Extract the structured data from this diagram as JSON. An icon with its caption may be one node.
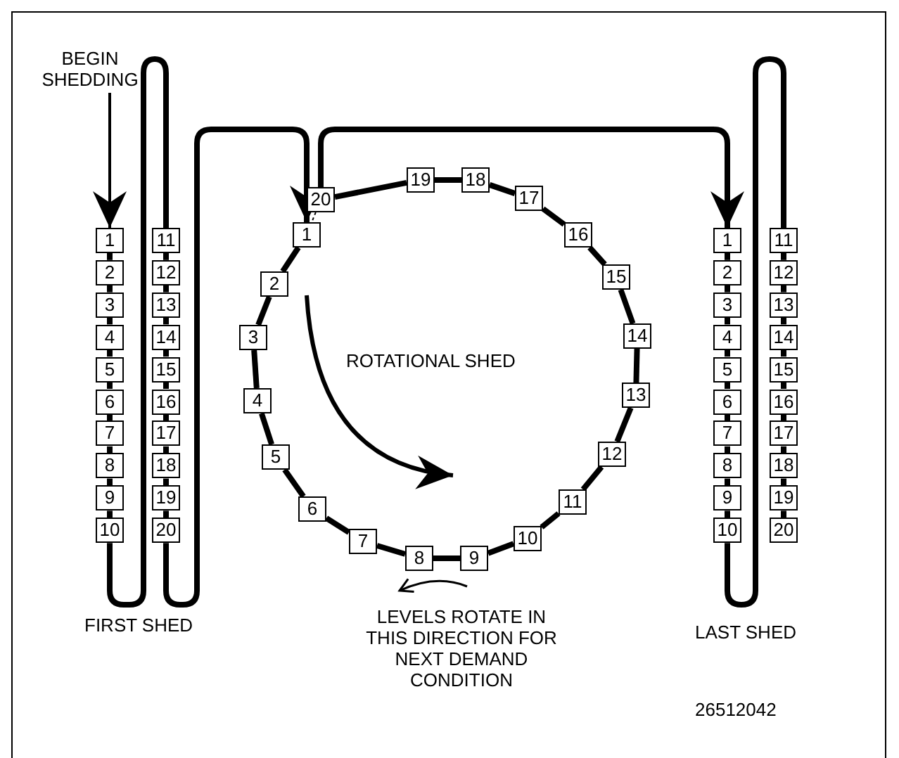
{
  "diagram": {
    "nodes": [
      {
        "text": [
          "BEGIN SHEDDING"
        ]
      },
      {
        "text": [
          "1"
        ]
      },
      {
        "text": [
          "2"
        ]
      },
      {
        "text": [
          "3"
        ]
      },
      {
        "text": [
          "4"
        ]
      },
      {
        "text": [
          "5"
        ]
      },
      {
        "text": [
          "6"
        ]
      },
      {
        "text": [
          "7"
        ]
      },
      {
        "text": [
          "8"
        ]
      },
      {
        "text": [
          "9"
        ]
      },
      {
        "text": [
          "10"
        ]
      },
      {
        "text": [
          "11"
        ]
      },
      {
        "text": [
          "12"
        ]
      },
      {
        "text": [
          "13"
        ]
      },
      {
        "text": [
          "14"
        ]
      },
      {
        "text": [
          "15"
        ]
      },
      {
        "text": [
          "16"
        ]
      },
      {
        "text": [
          "17"
        ]
      },
      {
        "text": [
          "18"
        ]
      },
      {
        "text": [
          "19"
        ]
      },
      {
        "text": [
          "20"
        ]
      },
      {
        "text": [
          "1"
        ]
      },
      {
        "text": [
          "2"
        ]
      },
      {
        "text": [
          "3"
        ]
      },
      {
        "text": [
          "4"
        ]
      },
      {
        "text": [
          "5"
        ]
      },
      {
        "text": [
          "6"
        ]
      },
      {
        "text": [
          "7"
        ]
      },
      {
        "text": [
          "8"
        ]
      },
      {
        "text": [
          "9"
        ]
      },
      {
        "text": [
          "10"
        ]
      },
      {
        "text": [
          "11"
        ]
      },
      {
        "text": [
          "12"
        ]
      },
      {
        "text": [
          "13"
        ]
      },
      {
        "text": [
          "14"
        ]
      },
      {
        "text": [
          "15"
        ]
      },
      {
        "text": [
          "16"
        ]
      },
      {
        "text": [
          "17"
        ]
      },
      {
        "text": [
          "18"
        ]
      },
      {
        "text": [
          "19"
        ]
      },
      {
        "text": [
          "20"
        ]
      },
      {
        "text": [
          "1"
        ]
      },
      {
        "text": [
          "2"
        ]
      },
      {
        "text": [
          "3"
        ]
      },
      {
        "text": [
          "4"
        ]
      },
      {
        "text": [
          "5"
        ]
      },
      {
        "text": [
          "6"
        ]
      },
      {
        "text": [
          "7"
        ]
      },
      {
        "text": [
          "8"
        ]
      },
      {
        "text": [
          "9"
        ]
      },
      {
        "text": [
          "10"
        ]
      },
      {
        "text": [
          "11"
        ]
      },
      {
        "text": [
          "12"
        ]
      },
      {
        "text": [
          "13"
        ]
      },
      {
        "text": [
          "14"
        ]
      },
      {
        "text": [
          "15"
        ]
      },
      {
        "text": [
          "16"
        ]
      },
      {
        "text": [
          "17"
        ]
      },
      {
        "text": [
          "18"
        ]
      },
      {
        "text": [
          "19"
        ]
      },
      {
        "text": [
          "20"
        ]
      }
    ],
    "edges": [
      {
        "from": 0,
        "to": 1,
        "arrow": "to"
      },
      {
        "from": 1,
        "to": 2,
        "arrow": "none"
      },
      {
        "from": 2,
        "to": 3,
        "arrow": "none"
      },
      {
        "from": 3,
        "to": 4,
        "arrow": "none"
      },
      {
        "from": 4,
        "to": 5,
        "arrow": "none"
      },
      {
        "from": 5,
        "to": 6,
        "arrow": "none"
      },
      {
        "from": 6,
        "to": 7,
        "arrow": "none"
      },
      {
        "from": 7,
        "to": 8,
        "arrow": "none"
      },
      {
        "from": 8,
        "to": 9,
        "arrow": "none"
      },
      {
        "from": 9,
        "to": 10,
        "arrow": "none"
      },
      {
        "from": 10,
        "to": 11,
        "arrow": "none"
      },
      {
        "from": 11,
        "to": 12,
        "arrow": "none"
      },
      {
        "from": 12,
        "to": 13,
        "arrow": "none"
      },
      {
        "from": 13,
        "to": 14,
        "arrow": "none"
      },
      {
        "from": 14,
        "to": 15,
        "arrow": "none"
      },
      {
        "from": 15,
        "to": 16,
        "arrow": "none"
      },
      {
        "from": 16,
        "to": 17,
        "arrow": "none"
      },
      {
        "from": 17,
        "to": 18,
        "arrow": "none"
      },
      {
        "from": 18,
        "to": 19,
        "arrow": "none"
      },
      {
        "from": 19,
        "to": 20,
        "arrow": "none"
      },
      {
        "from": 20,
        "to": 21,
        "arrow": "to"
      },
      {
        "from": 21,
        "to": 22,
        "arrow": "none"
      },
      {
        "from": 22,
        "to": 23,
        "arrow": "none"
      },
      {
        "from": 23,
        "to": 24,
        "arrow": "none"
      },
      {
        "from": 24,
        "to": 25,
        "arrow": "none"
      },
      {
        "from": 25,
        "to": 26,
        "arrow": "none"
      },
      {
        "from": 26,
        "to": 27,
        "arrow": "none"
      },
      {
        "from": 27,
        "to": 28,
        "arrow": "none"
      },
      {
        "from": 28,
        "to": 29,
        "arrow": "none"
      },
      {
        "from": 29,
        "to": 30,
        "arrow": "none"
      },
      {
        "from": 30,
        "to": 31,
        "arrow": "none"
      },
      {
        "from": 31,
        "to": 32,
        "arrow": "none"
      },
      {
        "from": 32,
        "to": 33,
        "arrow": "none"
      },
      {
        "from": 33,
        "to": 34,
        "arrow": "none"
      },
      {
        "from": 34,
        "to": 35,
        "arrow": "none"
      },
      {
        "from": 35,
        "to": 36,
        "arrow": "none"
      },
      {
        "from": 36,
        "to": 37,
        "arrow": "none"
      },
      {
        "from": 37,
        "to": 38,
        "arrow": "none"
      },
      {
        "from": 38,
        "to": 39,
        "arrow": "none"
      },
      {
        "from": 39,
        "to": 40,
        "arrow": "none"
      },
      {
        "from": 40,
        "to": 21,
        "arrow": "none",
        "style": "dashed"
      },
      {
        "from": 40,
        "to": 41,
        "arrow": "to"
      },
      {
        "from": 41,
        "to": 42,
        "arrow": "none"
      },
      {
        "from": 42,
        "to": 43,
        "arrow": "none"
      },
      {
        "from": 43,
        "to": 44,
        "arrow": "none"
      },
      {
        "from": 44,
        "to": 45,
        "arrow": "none"
      },
      {
        "from": 45,
        "to": 46,
        "arrow": "none"
      },
      {
        "from": 46,
        "to": 47,
        "arrow": "none"
      },
      {
        "from": 47,
        "to": 48,
        "arrow": "none"
      },
      {
        "from": 48,
        "to": 49,
        "arrow": "none"
      },
      {
        "from": 49,
        "to": 50,
        "arrow": "none"
      },
      {
        "from": 50,
        "to": 51,
        "arrow": "none"
      },
      {
        "from": 51,
        "to": 52,
        "arrow": "none"
      },
      {
        "from": 52,
        "to": 53,
        "arrow": "none"
      },
      {
        "from": 53,
        "to": 54,
        "arrow": "none"
      },
      {
        "from": 54,
        "to": 55,
        "arrow": "none"
      },
      {
        "from": 55,
        "to": 56,
        "arrow": "none"
      },
      {
        "from": 56,
        "to": 57,
        "arrow": "none"
      },
      {
        "from": 57,
        "to": 58,
        "arrow": "none"
      },
      {
        "from": 58,
        "to": 59,
        "arrow": "none"
      },
      {
        "from": 59,
        "to": 60,
        "arrow": "none"
      }
    ],
    "labels": [
      "ROTATIONAL SHED",
      "FIRST SHED",
      "LEVELS ROTATE IN THIS DIRECTION FOR NEXT DEMAND CONDITION",
      "LAST SHED",
      "26512042"
    ]
  }
}
